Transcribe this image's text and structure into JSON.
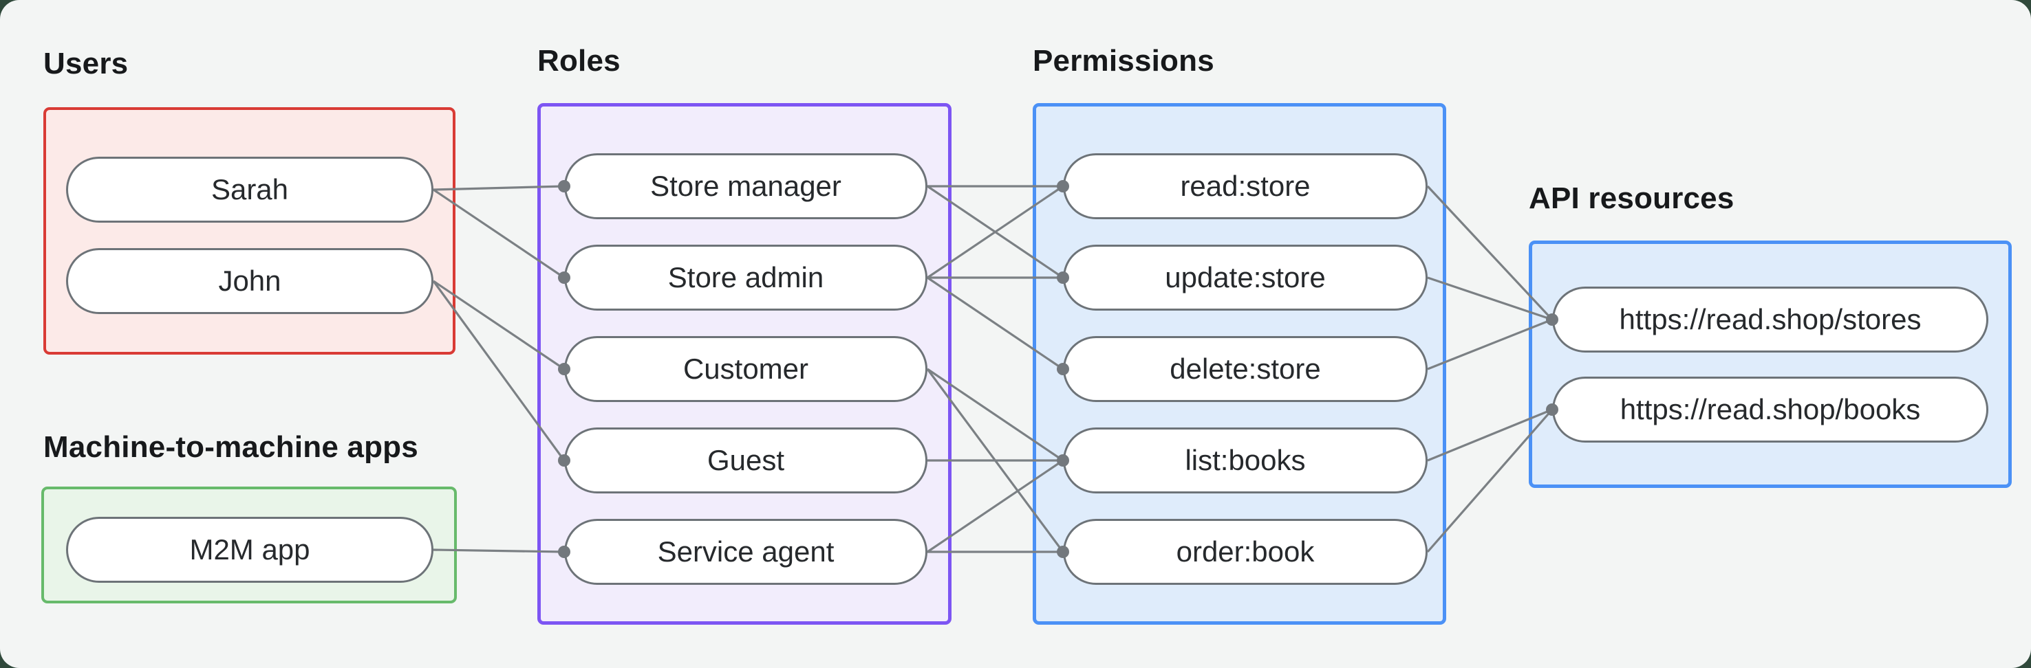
{
  "canvas": {
    "background": "#f3f5f4",
    "outer_background": "#30493b",
    "edge_color": "#7b8084",
    "dot_color": "#73787d",
    "pill_border_color": "#6d7378",
    "pill_background": "#ffffff"
  },
  "groups": [
    {
      "id": "users",
      "label": "Users",
      "accent": "#d93b35",
      "fill": "#fceae8",
      "nodes": [
        "Sarah",
        "John"
      ]
    },
    {
      "id": "m2m",
      "label": "Machine-to-machine apps",
      "accent": "#67ba6b",
      "fill": "#e9f5e9",
      "nodes": [
        "M2M app"
      ]
    },
    {
      "id": "roles",
      "label": "Roles",
      "accent": "#7d55f3",
      "fill": "#f2edfc",
      "nodes": [
        "Store manager",
        "Store admin",
        "Customer",
        "Guest",
        "Service agent"
      ]
    },
    {
      "id": "permissions",
      "label": "Permissions",
      "accent": "#4b91f6",
      "fill": "#dfecfb",
      "nodes": [
        "read:store",
        "update:store",
        "delete:store",
        "list:books",
        "order:book"
      ]
    },
    {
      "id": "api_resources",
      "label": "API resources",
      "accent": "#4b91f6",
      "fill": "#dfecfb",
      "nodes": [
        "https://read.shop/stores",
        "https://read.shop/books"
      ]
    }
  ],
  "connections": [
    {
      "from": "Sarah",
      "to": "Store manager"
    },
    {
      "from": "Sarah",
      "to": "Store admin"
    },
    {
      "from": "John",
      "to": "Customer"
    },
    {
      "from": "John",
      "to": "Guest"
    },
    {
      "from": "M2M app",
      "to": "Service agent"
    },
    {
      "from": "Store manager",
      "to": "read:store"
    },
    {
      "from": "Store manager",
      "to": "update:store"
    },
    {
      "from": "Store admin",
      "to": "read:store"
    },
    {
      "from": "Store admin",
      "to": "update:store"
    },
    {
      "from": "Store admin",
      "to": "delete:store"
    },
    {
      "from": "Customer",
      "to": "list:books"
    },
    {
      "from": "Customer",
      "to": "order:book"
    },
    {
      "from": "Guest",
      "to": "list:books"
    },
    {
      "from": "Service agent",
      "to": "list:books"
    },
    {
      "from": "Service agent",
      "to": "order:book"
    },
    {
      "from": "read:store",
      "to": "https://read.shop/stores"
    },
    {
      "from": "update:store",
      "to": "https://read.shop/stores"
    },
    {
      "from": "delete:store",
      "to": "https://read.shop/stores"
    },
    {
      "from": "list:books",
      "to": "https://read.shop/books"
    },
    {
      "from": "order:book",
      "to": "https://read.shop/books"
    }
  ]
}
